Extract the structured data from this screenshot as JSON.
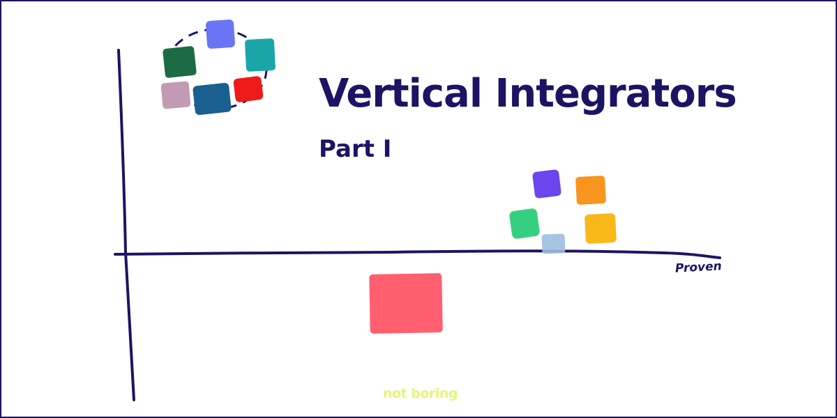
{
  "header": {
    "title": "Vertical Integrators",
    "subtitle": "Part I"
  },
  "chart": {
    "x_axis_label": "Proven"
  },
  "footer": {
    "brand": "not boring"
  },
  "colors": {
    "navy": "#1b1464",
    "brand_yellow": "#e6f57a",
    "block_violet": "#6a75f5",
    "block_teal": "#1aa6a8",
    "block_dark_green": "#1d6b45",
    "block_red": "#ef1a1a",
    "block_mauve": "#c29ab3",
    "block_blue": "#195f8f",
    "block_purple": "#6b45ee",
    "block_orange": "#f7951e",
    "block_green": "#35d07f",
    "block_yellow": "#f7b818",
    "block_light_blue": "#9ebee0",
    "block_pink": "#ff5f6e"
  }
}
